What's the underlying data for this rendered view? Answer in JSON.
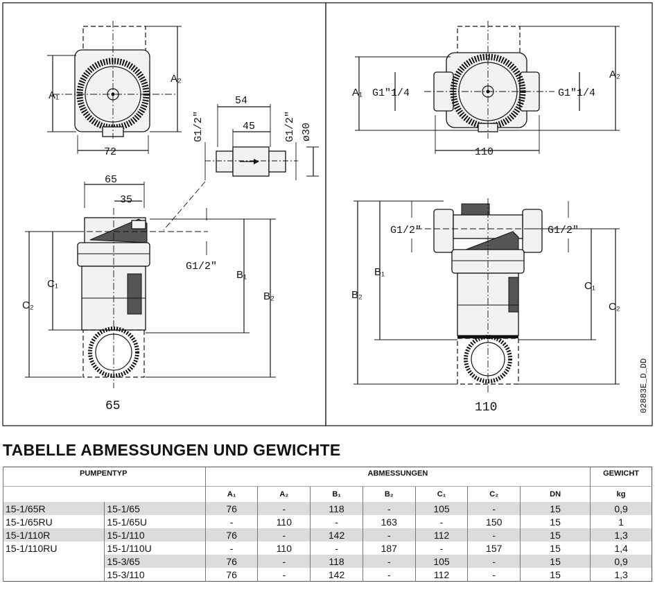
{
  "drawing": {
    "left": {
      "caption": "65",
      "labels": {
        "a1": "A₁",
        "a2": "A₂",
        "b1": "B₁",
        "b2": "B₂",
        "c1": "C₁",
        "c2": "C₂"
      },
      "dims": {
        "d72": "72",
        "d65": "65",
        "d35": "35",
        "d54": "54",
        "d45": "45",
        "g12a": "G1/2\"",
        "g12b": "G1/2\"",
        "d30": "ø30",
        "g12c": "G1/2\""
      }
    },
    "right": {
      "caption": "110",
      "labels": {
        "a1": "A₁",
        "a2": "A₂",
        "b1": "B₁",
        "b2": "B₂",
        "c1": "C₁",
        "c2": "C₂"
      },
      "dims": {
        "d110": "110",
        "g114l": "G1\"1/4",
        "g114r": "G1\"1/4",
        "g12l": "G1/2\"",
        "g12r": "G1/2\""
      }
    },
    "code": "02883E_D_DD"
  },
  "table": {
    "title": "TABELLE ABMESSUNGEN UND GEWICHTE",
    "headers": {
      "pumpentyp": "PUMPENTYP",
      "abmessungen": "ABMESSUNGEN",
      "gewicht": "GEWICHT",
      "a1": "A₁",
      "a2": "A₂",
      "b1": "B₁",
      "b2": "B₂",
      "c1": "C₁",
      "c2": "C₂",
      "dn": "DN",
      "kg": "kg"
    },
    "rows": [
      {
        "t1": "15-1/65R",
        "t2": "15-1/65",
        "a1": "76",
        "a2": "-",
        "b1": "118",
        "b2": "-",
        "c1": "105",
        "c2": "-",
        "dn": "15",
        "kg": "0,9"
      },
      {
        "t1": "15-1/65RU",
        "t2": "15-1/65U",
        "a1": "-",
        "a2": "110",
        "b1": "-",
        "b2": "163",
        "c1": "-",
        "c2": "150",
        "dn": "15",
        "kg": "1"
      },
      {
        "t1": "15-1/110R",
        "t2": "15-1/110",
        "a1": "76",
        "a2": "-",
        "b1": "142",
        "b2": "-",
        "c1": "112",
        "c2": "-",
        "dn": "15",
        "kg": "1,3"
      },
      {
        "t1": "15-1/110RU",
        "t2": "15-1/110U",
        "a1": "-",
        "a2": "110",
        "b1": "-",
        "b2": "187",
        "c1": "-",
        "c2": "157",
        "dn": "15",
        "kg": "1,4"
      },
      {
        "t1": "",
        "t2": "15-3/65",
        "a1": "76",
        "a2": "-",
        "b1": "118",
        "b2": "-",
        "c1": "105",
        "c2": "-",
        "dn": "15",
        "kg": "0,9"
      },
      {
        "t1": "",
        "t2": "15-3/110",
        "a1": "76",
        "a2": "-",
        "b1": "142",
        "b2": "-",
        "c1": "112",
        "c2": "-",
        "dn": "15",
        "kg": "1,3"
      }
    ]
  }
}
